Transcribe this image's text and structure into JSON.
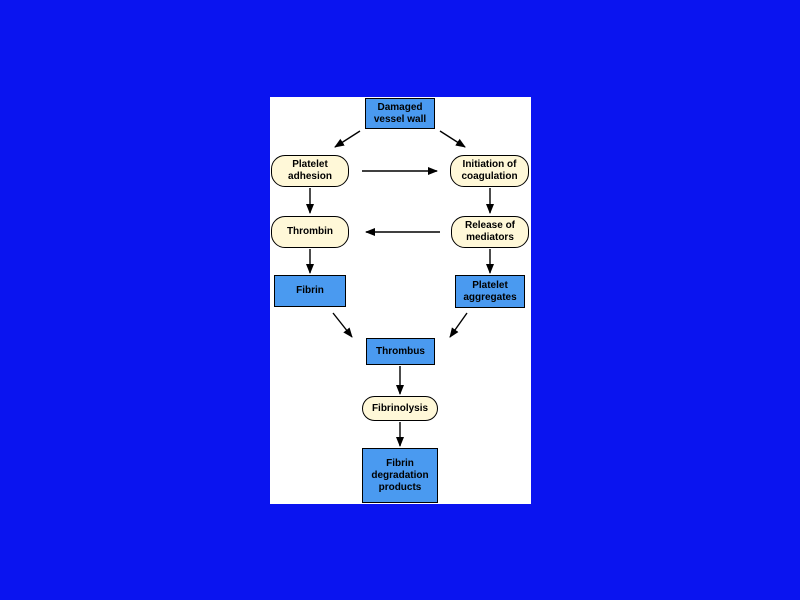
{
  "colors": {
    "background": "#0A14F0",
    "panel": "#FFFFFF",
    "box_fill": "#4A9AF0",
    "pill_fill": "#FFF8D8",
    "line": "#000000"
  },
  "nodes": {
    "damaged_vessel_wall": "Damaged\nvessel wall",
    "platelet_adhesion": "Platelet\nadhesion",
    "initiation_of_coagulation": "Initiation of\ncoagulation",
    "thrombin": "Thrombin",
    "release_of_mediators": "Release of\nmediators",
    "fibrin": "Fibrin",
    "platelet_aggregates": "Platelet\naggregates",
    "thrombus": "Thrombus",
    "fibrinolysis": "Fibrinolysis",
    "fibrin_degradation_products": "Fibrin\ndegradation\nproducts"
  }
}
